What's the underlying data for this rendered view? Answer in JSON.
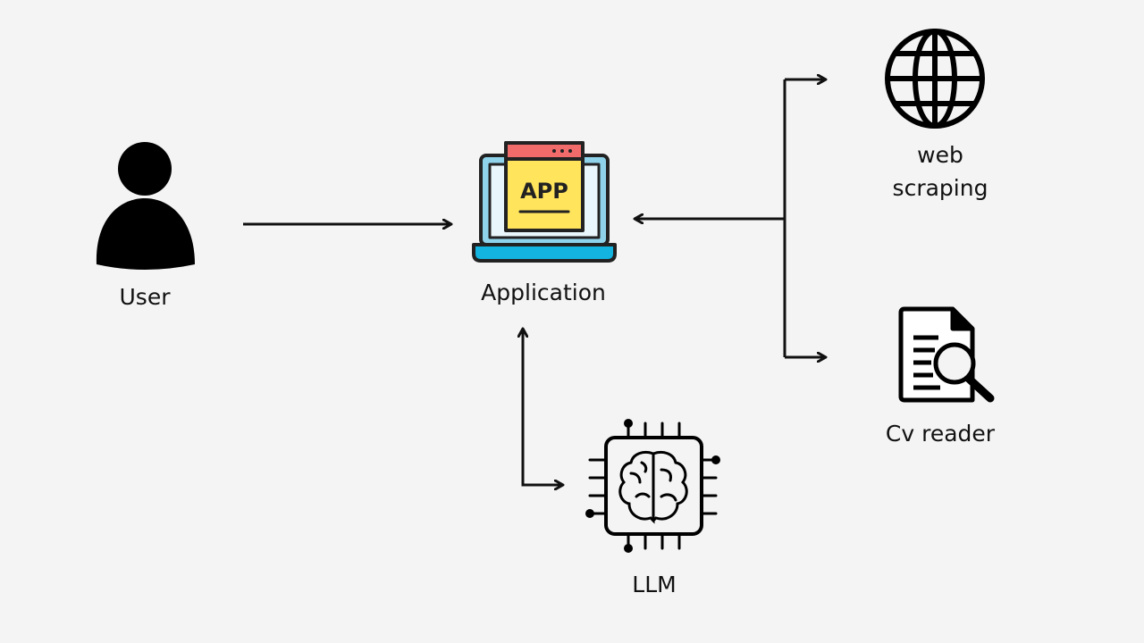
{
  "nodes": {
    "user": {
      "label": "User",
      "icon": "user-icon"
    },
    "application": {
      "label": "Application",
      "icon": "laptop-app-icon",
      "badge": "APP"
    },
    "web_scraping": {
      "label": "web\nscraping",
      "icon": "globe-icon"
    },
    "cv_reader": {
      "label": "Cv reader",
      "icon": "document-search-icon"
    },
    "llm": {
      "label": "LLM",
      "icon": "brain-chip-icon"
    }
  },
  "edges": [
    {
      "from": "user",
      "to": "application"
    },
    {
      "from": "web_scraping",
      "to": "application"
    },
    {
      "from": "cv_reader",
      "to": "application"
    },
    {
      "from": "application",
      "to": "web_scraping"
    },
    {
      "from": "application",
      "to": "cv_reader"
    },
    {
      "from": "application",
      "to": "llm"
    },
    {
      "from": "llm",
      "to": "application"
    }
  ],
  "colors": {
    "background": "#f4f4f4",
    "stroke": "#111111",
    "laptop_screen": "#8fd3ea",
    "laptop_base": "#14b4e0",
    "app_window": "#ffe45c",
    "app_titlebar": "#f26b6b"
  }
}
